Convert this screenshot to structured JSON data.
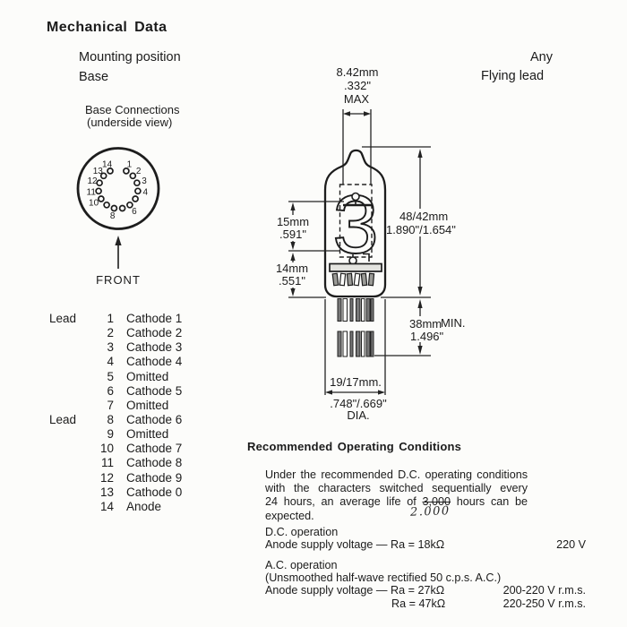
{
  "colors": {
    "ink": "#1b1b1b",
    "paper": "#fcfcfa"
  },
  "page": {
    "title": "Mechanical Data"
  },
  "header": {
    "mounting_label": "Mounting position",
    "mounting_value": "Any",
    "base_label": "Base",
    "base_value": "Flying lead",
    "base_connections_line1": "Base Connections",
    "base_connections_line2": "(underside view)"
  },
  "base_diagram": {
    "front_label": "FRONT",
    "pins": [
      {
        "n": "1",
        "label": "1"
      },
      {
        "n": "2",
        "label": "2"
      },
      {
        "n": "3",
        "label": "3"
      },
      {
        "n": "4",
        "label": "4"
      },
      {
        "n": "5",
        "label": ""
      },
      {
        "n": "6",
        "label": "6"
      },
      {
        "n": "7",
        "label": ""
      },
      {
        "n": "8",
        "label": "8"
      },
      {
        "n": "9",
        "label": ""
      },
      {
        "n": "10",
        "label": "10"
      },
      {
        "n": "11",
        "label": "11"
      },
      {
        "n": "12",
        "label": "12"
      },
      {
        "n": "13",
        "label": "13"
      },
      {
        "n": "14",
        "label": "14"
      }
    ]
  },
  "tube_drawing": {
    "digit": "3",
    "dim_width": {
      "l1": "8.42mm",
      "l2": ".332\"",
      "l3": "MAX"
    },
    "dim_char": {
      "l1": "15mm",
      "l2": ".591\""
    },
    "dim_base": {
      "l1": "14mm",
      "l2": ".551\""
    },
    "dim_length": {
      "l1": "48/42mm",
      "l2": "1.890\"/1.654\""
    },
    "dim_lead": {
      "l1": "38mm",
      "l2": "MIN.",
      "l3": "1.496\""
    },
    "dim_dia": {
      "l1": "19/17mm.",
      "l2": ".748\"/.669\"",
      "l3": "DIA."
    }
  },
  "lead_table": {
    "rows": [
      {
        "lead": "Lead",
        "num": "1",
        "name": "Cathode 1"
      },
      {
        "lead": "",
        "num": "2",
        "name": "Cathode 2"
      },
      {
        "lead": "",
        "num": "3",
        "name": "Cathode 3"
      },
      {
        "lead": "",
        "num": "4",
        "name": "Cathode 4"
      },
      {
        "lead": "",
        "num": "5",
        "name": "Omitted"
      },
      {
        "lead": "",
        "num": "6",
        "name": "Cathode 5"
      },
      {
        "lead": "",
        "num": "7",
        "name": "Omitted"
      },
      {
        "lead": "Lead",
        "num": "8",
        "name": "Cathode 6"
      },
      {
        "lead": "",
        "num": "9",
        "name": "Omitted"
      },
      {
        "lead": "",
        "num": "10",
        "name": "Cathode 7"
      },
      {
        "lead": "",
        "num": "11",
        "name": "Cathode 8"
      },
      {
        "lead": "",
        "num": "12",
        "name": "Cathode 9"
      },
      {
        "lead": "",
        "num": "13",
        "name": "Cathode 0"
      },
      {
        "lead": "",
        "num": "14",
        "name": "Anode"
      }
    ]
  },
  "operating": {
    "heading": "Recommended Operating Conditions",
    "para_line1": "Under the recommended D.C. operating conditions",
    "para_line2": "with the characters switched sequentially every",
    "para_line3_pre": "24 hours, an average life of ",
    "para_line3_struck": "3,000",
    "para_line3_post": " hours can be",
    "para_line4": "expected.",
    "handwritten_correction": "2.000",
    "dc": {
      "heading": "D.C. operation",
      "row_label": "Anode supply voltage — Ra = 18kΩ",
      "row_value": "220 V"
    },
    "ac": {
      "heading": "A.C. operation",
      "subheading": "(Unsmoothed half-wave rectified 50 c.p.s. A.C.)",
      "row1_label": "Anode supply voltage — Ra = 27kΩ",
      "row1_value": "200-220 V r.m.s.",
      "row2_label": "Ra = 47kΩ",
      "row2_value": "220-250 V r.m.s."
    }
  }
}
